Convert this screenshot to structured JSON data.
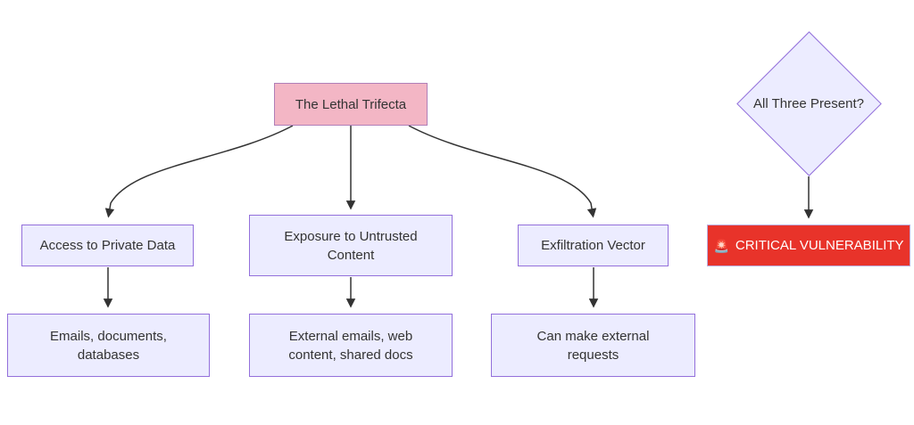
{
  "colors": {
    "background": "#FFFFFF",
    "node_fill": "#ECECFF",
    "node_border": "#9370DB",
    "trifecta_fill": "#F3B6C5",
    "trifecta_border": "#B07FB8",
    "critical_fill": "#E8332A",
    "critical_border": "#BCACE2",
    "critical_text": "#FFFFFF",
    "edge_color": "#333333",
    "text_color": "#333333"
  },
  "nodes": {
    "trifecta": {
      "label": "The Lethal Trifecta"
    },
    "access": {
      "label": "Access to Private Data"
    },
    "exposure": {
      "label": "Exposure to Untrusted\nContent"
    },
    "exfiltration": {
      "label": "Exfiltration Vector"
    },
    "access_detail": {
      "label": "Emails, documents,\ndatabases"
    },
    "exposure_detail": {
      "label": "External emails, web\ncontent, shared docs"
    },
    "exfiltration_detail": {
      "label": "Can make external\nrequests"
    },
    "decision": {
      "label": "All Three Present?"
    },
    "critical": {
      "icon": "🚨",
      "label": "CRITICAL VULNERABILITY"
    }
  },
  "edges": [
    {
      "from": "trifecta",
      "to": "access"
    },
    {
      "from": "trifecta",
      "to": "exposure"
    },
    {
      "from": "trifecta",
      "to": "exfiltration"
    },
    {
      "from": "access",
      "to": "access_detail"
    },
    {
      "from": "exposure",
      "to": "exposure_detail"
    },
    {
      "from": "exfiltration",
      "to": "exfiltration_detail"
    },
    {
      "from": "decision",
      "to": "critical"
    }
  ]
}
